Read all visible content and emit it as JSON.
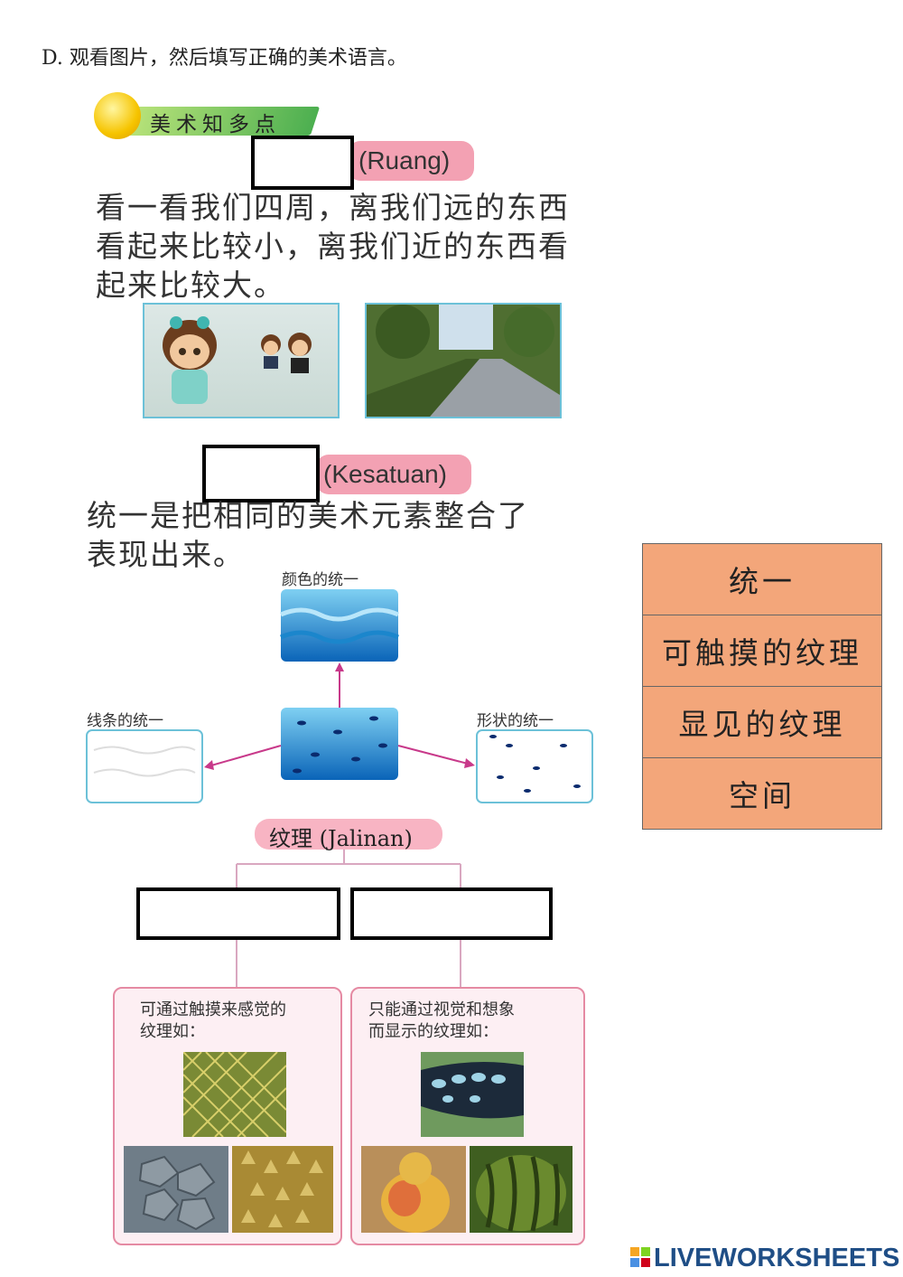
{
  "instruction": "D. 观看图片，然后填写正确的美术语言。",
  "banner": {
    "label": "美术知多点"
  },
  "sections": {
    "ruang": {
      "term": "(Ruang)",
      "text_lines": [
        "看一看我们四周，离我们远的东西",
        "看起来比较小，离我们近的东西看",
        "起来比较大。"
      ]
    },
    "kesatuan": {
      "term": "(Kesatuan)",
      "text_lines": [
        "统一是把相同的美术元素整合了",
        "表现出来。"
      ],
      "diagram": {
        "top_label": "颜色的统一",
        "left_label": "线条的统一",
        "right_label": "形状的统一"
      }
    },
    "jalinan": {
      "title": "纹理 (Jalinan)",
      "left_card_lines": [
        "可通过触摸来感觉的",
        "纹理如："
      ],
      "right_card_lines": [
        "只能通过视觉和想象",
        "而显示的纹理如："
      ]
    }
  },
  "word_bank": [
    "统一",
    "可触摸的纹理",
    "显见的纹理",
    "空间"
  ],
  "footer": {
    "brand": "LIVEWORKSHEETS"
  },
  "colors": {
    "pink": "#f3a1b3",
    "word_bank_bg": "#f3a67a",
    "photo_border": "#6cc1d8",
    "brand": "#1f4e86"
  }
}
